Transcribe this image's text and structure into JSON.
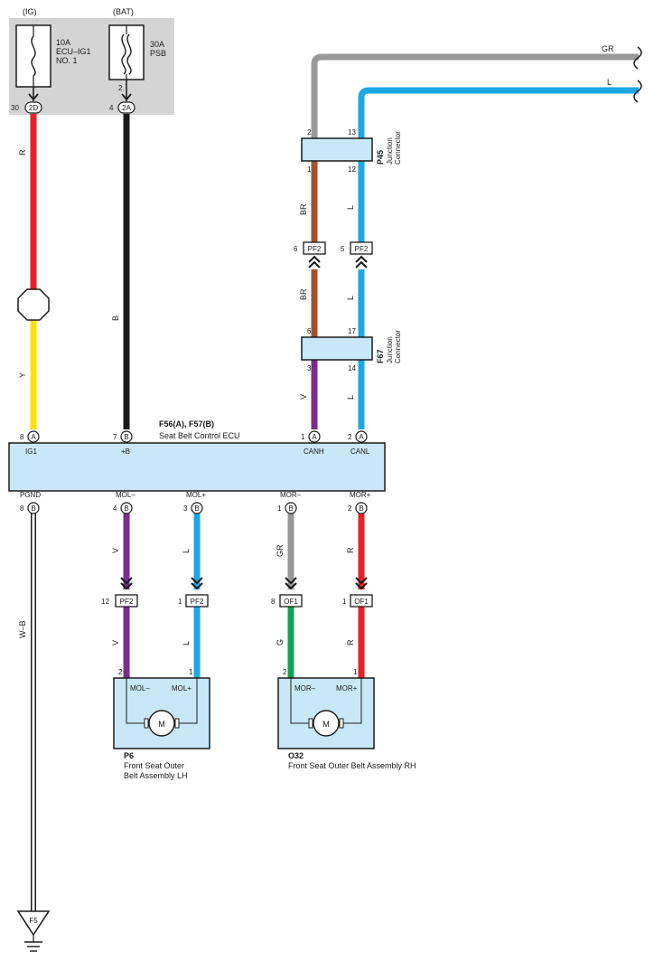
{
  "fuses": [
    {
      "source": "(IG)",
      "rating": "10A",
      "name_line1": "ECU–IG1",
      "name_line2": "NO. 1",
      "pin": "30",
      "connector": "2D"
    },
    {
      "source": "(BAT)",
      "rating": "30A",
      "name_line1": "PSB",
      "pin_top": "2",
      "pin": "4",
      "connector": "2A"
    }
  ],
  "wires": {
    "red_top": "R",
    "yellow": "Y",
    "black": "B",
    "gray_top": "GR",
    "blue_top": "L",
    "br_upper": "BR",
    "br_lower": "BR",
    "l_p45_f": "L",
    "l_f67": "L",
    "violet_canh": "V",
    "l_canl": "L",
    "mol_minus_top": "V",
    "mol_minus_bottom": "V",
    "mol_plus_top": "L",
    "mol_plus_bottom": "L",
    "mor_minus_top": "GR",
    "mor_minus_bottom": "G",
    "mor_plus_top": "R",
    "mor_plus_bottom": "R",
    "ground": "W–B"
  },
  "ecu": {
    "title": "F56(A), F57(B)",
    "subtitle": "Seat Belt Control ECU",
    "top_pins": [
      {
        "num": "8",
        "conn": "A",
        "name": "IG1"
      },
      {
        "num": "7",
        "conn": "B",
        "name": "+B"
      },
      {
        "num": "1",
        "conn": "A",
        "name": "CANH"
      },
      {
        "num": "2",
        "conn": "A",
        "name": "CANL"
      }
    ],
    "bottom_pins": [
      {
        "num": "8",
        "conn": "B",
        "name": "PGND"
      },
      {
        "num": "4",
        "conn": "B",
        "name": "MOL–"
      },
      {
        "num": "3",
        "conn": "B",
        "name": "MOL+"
      },
      {
        "num": "1",
        "conn": "B",
        "name": "MOR–"
      },
      {
        "num": "2",
        "conn": "B",
        "name": "MOR+"
      }
    ]
  },
  "junctions": [
    {
      "code": "P45",
      "line1": "Junction",
      "line2": "Connector",
      "pin_tl": "2",
      "pin_tr": "13",
      "pin_bl": "1",
      "pin_br": "12"
    },
    {
      "code": "F67",
      "line1": "Junction",
      "line2": "Connector",
      "pin_tl": "6",
      "pin_tr": "17",
      "pin_bl": "3",
      "pin_br": "14"
    }
  ],
  "inline_connectors": [
    {
      "num": "6",
      "label": "PF2"
    },
    {
      "num": "5",
      "label": "PF2"
    },
    {
      "num": "12",
      "label": "PF2"
    },
    {
      "num": "1",
      "label": "PF2"
    },
    {
      "num": "8",
      "label": "OF1"
    },
    {
      "num": "1",
      "label": "OF1"
    }
  ],
  "motors": [
    {
      "code": "P6",
      "line1": "Front Seat Outer",
      "line2": "Belt Assembly LH",
      "pin_left": "2",
      "pin_right": "1",
      "term_left": "MOL–",
      "term_right": "MOL+",
      "symbol": "M"
    },
    {
      "code": "O32",
      "line1": "Front Seat Outer Belt Assembly RH",
      "pin_left": "2",
      "pin_right": "1",
      "term_left": "MOR–",
      "term_right": "MOR+",
      "symbol": "M"
    }
  ],
  "ground_code": "F5",
  "colors": {
    "red": "#e8202a",
    "yellow": "#ffe100",
    "black": "#1a1a1a",
    "gray": "#999999",
    "blue": "#1aa8e6",
    "brown": "#a0522d",
    "violet": "#7b2d8e",
    "green": "#14a050",
    "box_fill": "#c8e8f8",
    "fuse_panel": "#d4d4d4"
  },
  "icons": [
    "fuse-icon",
    "splice-icon",
    "motor-icon",
    "ground-icon",
    "wire-break-icon",
    "connector-arrow-icon"
  ]
}
